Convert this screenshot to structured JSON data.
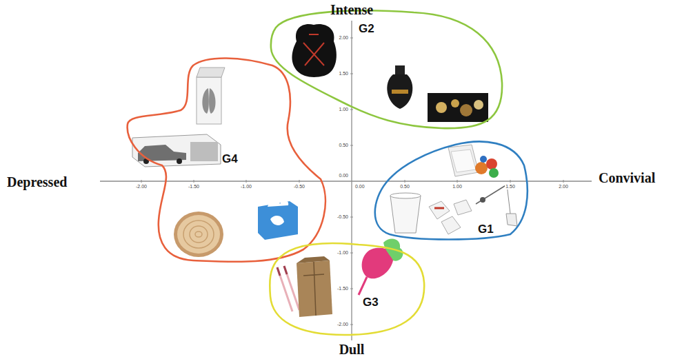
{
  "diagram": {
    "nodes": [
      {
        "text": [
          "G2"
        ]
      },
      {
        "text": [
          "G4"
        ]
      },
      {
        "text": [
          "G1"
        ]
      },
      {
        "text": [
          "G3"
        ]
      }
    ],
    "labels": [
      "Intense",
      "Depressed",
      "Convivial",
      "Dull",
      "-2.00",
      "-1.50",
      "-1.00",
      "-0.50",
      "0.00",
      "0.50",
      "1.00",
      "1.50",
      "2.00",
      "2.00",
      "1.50",
      "1.00",
      "0.50",
      "0.00",
      "-0.50",
      "-1.00",
      "-1.50",
      "-2.00"
    ]
  }
}
